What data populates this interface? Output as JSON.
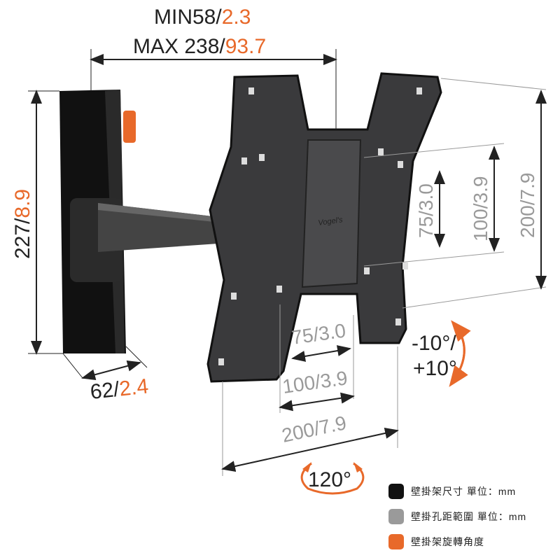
{
  "dimensions": {
    "depth_min_mm": "MIN58/",
    "depth_min_in": "2.3",
    "depth_max_mm": "MAX 238/",
    "depth_max_in": "93.7",
    "height_mm": "227/",
    "height_in": "8.9",
    "wall_plate_width_mm": "62/",
    "wall_plate_width_in": "2.4"
  },
  "vesa_vertical": [
    "75/3.0",
    "100/3.9",
    "200/7.9"
  ],
  "vesa_horizontal": [
    "75/3.0",
    "100/3.9",
    "200/7.9"
  ],
  "tilt": {
    "minus": "-10°/",
    "plus": "+10°"
  },
  "swivel": "120°",
  "logo": "Vogel's",
  "legend": [
    {
      "label": "壁掛架尺寸 單位：mm",
      "color": "#111111"
    },
    {
      "label": "壁掛孔距範圍 單位：mm",
      "color": "#9a9a9a"
    },
    {
      "label": "壁掛架旋轉角度",
      "color": "#e8692a"
    }
  ],
  "colors": {
    "accent": "#e8692a",
    "gray": "#9a9a9a",
    "black": "#222222"
  }
}
